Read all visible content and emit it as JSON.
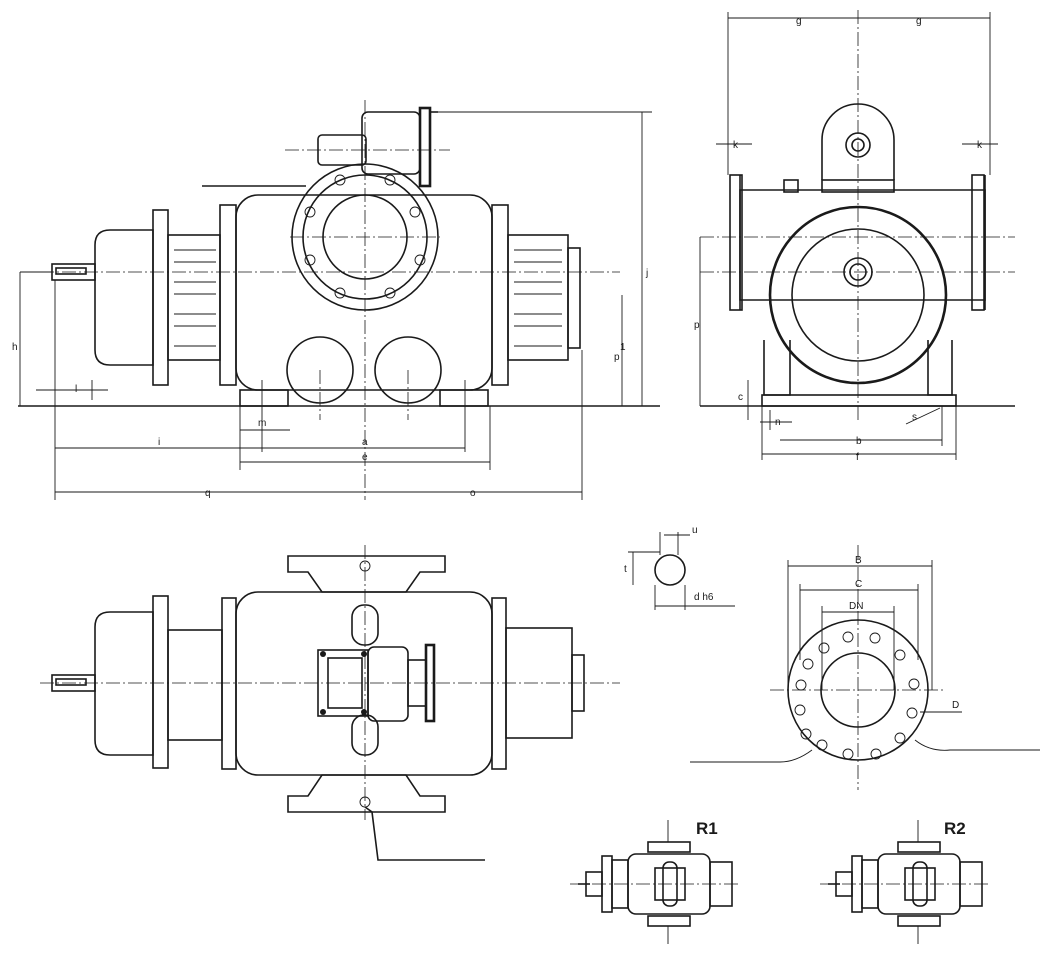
{
  "labels": {
    "g_left": "g",
    "g_right": "g",
    "k_left": "k",
    "k_right": "k",
    "j": "j",
    "h": "h",
    "l": "l",
    "p1": "p",
    "p1_sub": "1",
    "m": "m",
    "a": "a",
    "i": "i",
    "e": "e",
    "q": "q",
    "o": "o",
    "p": "p",
    "c": "c",
    "n": "n",
    "s": "s",
    "b": "b",
    "f": "f",
    "u": "u",
    "t": "t",
    "d_h6": "d  h6",
    "B": "B",
    "C": "C",
    "DN": "DN",
    "D": "D",
    "r1": "R1",
    "r2": "R2"
  },
  "colors": {
    "ink": "#1a1a1a",
    "paper": "#ffffff"
  }
}
